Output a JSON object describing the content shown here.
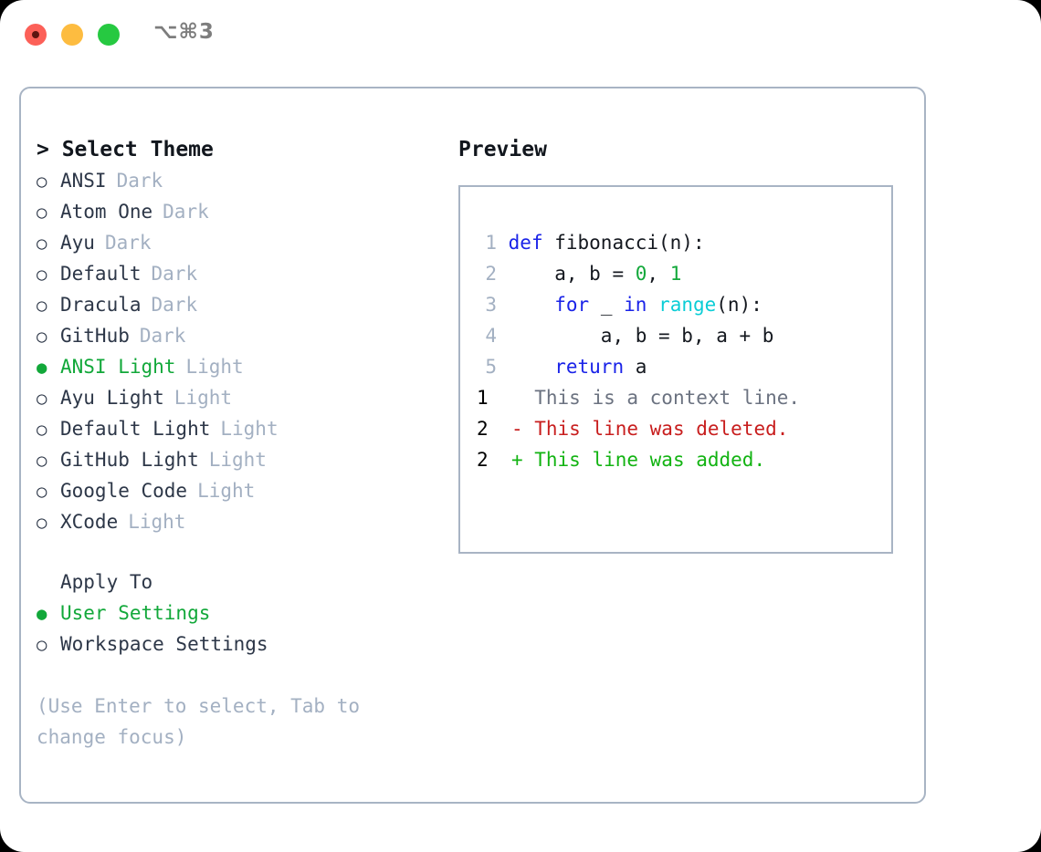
{
  "titlebar": {
    "dots": [
      {
        "name": "close-button",
        "color": "#fc6058"
      },
      {
        "name": "minimize-button",
        "color": "#fdbc40"
      },
      {
        "name": "maximize-button",
        "color": "#26c941"
      }
    ],
    "shortcut": "⌥⌘3"
  },
  "theme_picker": {
    "heading": "> Select Theme",
    "selected_marker": "●",
    "unselected_marker": "○",
    "items": [
      {
        "name": "ANSI",
        "tag": "Dark",
        "selected": false
      },
      {
        "name": "Atom One",
        "tag": "Dark",
        "selected": false
      },
      {
        "name": "Ayu",
        "tag": "Dark",
        "selected": false
      },
      {
        "name": "Default",
        "tag": "Dark",
        "selected": false
      },
      {
        "name": "Dracula",
        "tag": "Dark",
        "selected": false
      },
      {
        "name": "GitHub",
        "tag": "Dark",
        "selected": false
      },
      {
        "name": "ANSI Light",
        "tag": "Light",
        "selected": true
      },
      {
        "name": "Ayu Light",
        "tag": "Light",
        "selected": false
      },
      {
        "name": "Default Light",
        "tag": "Light",
        "selected": false
      },
      {
        "name": "GitHub Light",
        "tag": "Light",
        "selected": false
      },
      {
        "name": "Google Code",
        "tag": "Light",
        "selected": false
      },
      {
        "name": "XCode",
        "tag": "Light",
        "selected": false
      }
    ]
  },
  "apply_to": {
    "heading": "Apply To",
    "items": [
      {
        "name": "User Settings",
        "selected": true
      },
      {
        "name": "Workspace Settings",
        "selected": false
      }
    ]
  },
  "hint": "(Use Enter to select, Tab to change focus)",
  "preview": {
    "heading": "Preview",
    "code_lines": [
      {
        "num": "1",
        "tokens": [
          {
            "t": "def",
            "c": "kw"
          },
          {
            "t": " fibonacci(n):",
            "c": "plain"
          }
        ]
      },
      {
        "num": "2",
        "tokens": [
          {
            "t": "    a, b = ",
            "c": "plain"
          },
          {
            "t": "0",
            "c": "num"
          },
          {
            "t": ", ",
            "c": "plain"
          },
          {
            "t": "1",
            "c": "num"
          }
        ]
      },
      {
        "num": "3",
        "tokens": [
          {
            "t": "    ",
            "c": "plain"
          },
          {
            "t": "for",
            "c": "kw"
          },
          {
            "t": " _ ",
            "c": "plain"
          },
          {
            "t": "in",
            "c": "kw"
          },
          {
            "t": " ",
            "c": "plain"
          },
          {
            "t": "range",
            "c": "fn"
          },
          {
            "t": "(n):",
            "c": "plain"
          }
        ]
      },
      {
        "num": "4",
        "tokens": [
          {
            "t": "        a, b = b, a + b",
            "c": "plain"
          }
        ]
      },
      {
        "num": "5",
        "tokens": [
          {
            "t": "    ",
            "c": "plain"
          },
          {
            "t": "return",
            "c": "kw"
          },
          {
            "t": " a",
            "c": "plain"
          }
        ]
      }
    ],
    "diff_lines": [
      {
        "num": "1",
        "sign": "  ",
        "text": "This is a context line.",
        "kind": "ctx"
      },
      {
        "num": "2",
        "sign": "- ",
        "text": "This line was deleted.",
        "kind": "del"
      },
      {
        "num": "2",
        "sign": "+ ",
        "text": "This line was added.",
        "kind": "add"
      }
    ]
  },
  "colors": {
    "accent_green": "#12a83a",
    "muted": "#a3b0c2",
    "text": "#2d3748",
    "border": "#a8b4c4",
    "keyword": "#1a23e8",
    "function": "#0bcdd6",
    "number": "#12a83a",
    "deleted": "#c81e1e",
    "added": "#12b312"
  }
}
